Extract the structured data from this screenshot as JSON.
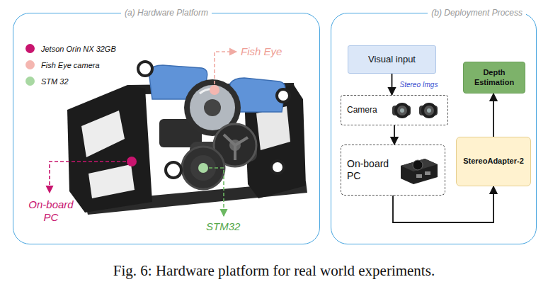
{
  "diagram": {
    "caption": "Fig. 6: Hardware platform for real world experiments.",
    "nodes": [
      {
        "text": [
          "(a) Hardware Platform"
        ]
      },
      {
        "text": [
          "(b) Deployment Process"
        ]
      },
      {
        "text": [
          "Visual input"
        ],
        "in": 1
      },
      {
        "text": [
          "Camera"
        ],
        "in": 1
      },
      {
        "text": [
          "On-board PC"
        ],
        "in": 1
      },
      {
        "text": [
          "Depth Estimation"
        ],
        "in": 1
      },
      {
        "text": [
          "StereoAdapter-2"
        ],
        "in": 1
      }
    ],
    "edges": [
      {
        "from": 2,
        "to": 3,
        "arrow": "to",
        "label": "Stereo Imgs"
      },
      {
        "from": 3,
        "to": 4,
        "arrow": "to"
      },
      {
        "from": 4,
        "to": 6,
        "arrow": "to"
      },
      {
        "from": 6,
        "to": 5,
        "arrow": "to"
      }
    ],
    "labels": [
      "Fish Eye",
      "On-board PC",
      "STM32"
    ],
    "legend": [
      {
        "text": "Jetson Orin NX 32GB",
        "color": "#c8146e"
      },
      {
        "text": "Fish Eye camera",
        "color": "#f4b6b0"
      },
      {
        "text": "STM 32",
        "color": "#a8d8a2"
      }
    ]
  }
}
